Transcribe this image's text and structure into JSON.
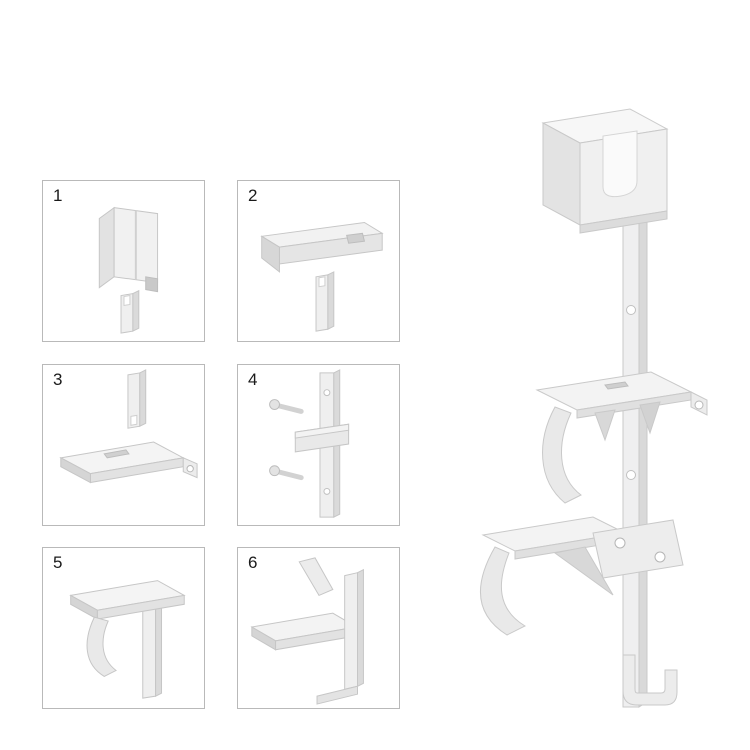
{
  "steps": [
    {
      "number": "1"
    },
    {
      "number": "2"
    },
    {
      "number": "3"
    },
    {
      "number": "4"
    },
    {
      "number": "5"
    },
    {
      "number": "6"
    }
  ],
  "colors": {
    "background": "#ffffff",
    "box_border": "#b9b9b9",
    "number_text": "#1a1a1a",
    "part_light": "#f3f3f3",
    "part_mid": "#e7e7e7",
    "part_dark": "#d5d5d5",
    "part_edge": "#c6c6c6"
  }
}
